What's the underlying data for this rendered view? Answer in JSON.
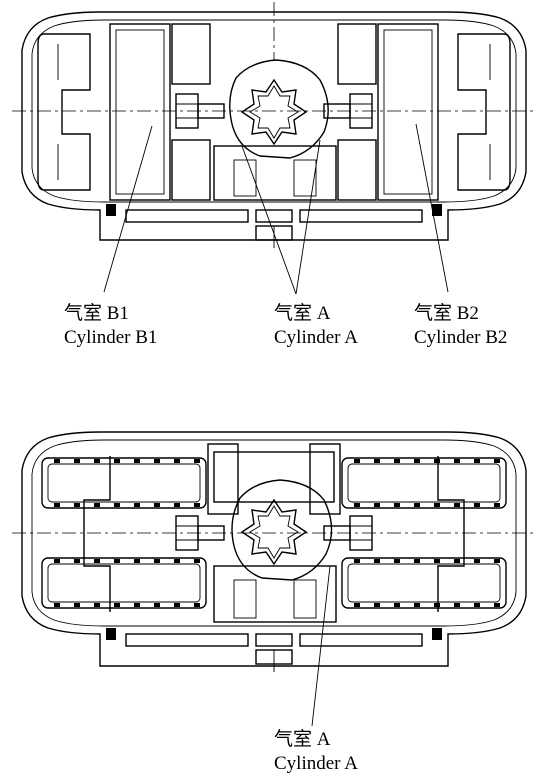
{
  "figure_top": {
    "labels": [
      {
        "zh": "气室 B1",
        "en": "Cylinder B1"
      },
      {
        "zh": "气室 A",
        "en": "Cylinder A"
      },
      {
        "zh": "气室 B2",
        "en": "Cylinder B2"
      }
    ]
  },
  "figure_bottom": {
    "labels": [
      {
        "zh": "气室 A",
        "en": "Cylinder A"
      }
    ]
  }
}
